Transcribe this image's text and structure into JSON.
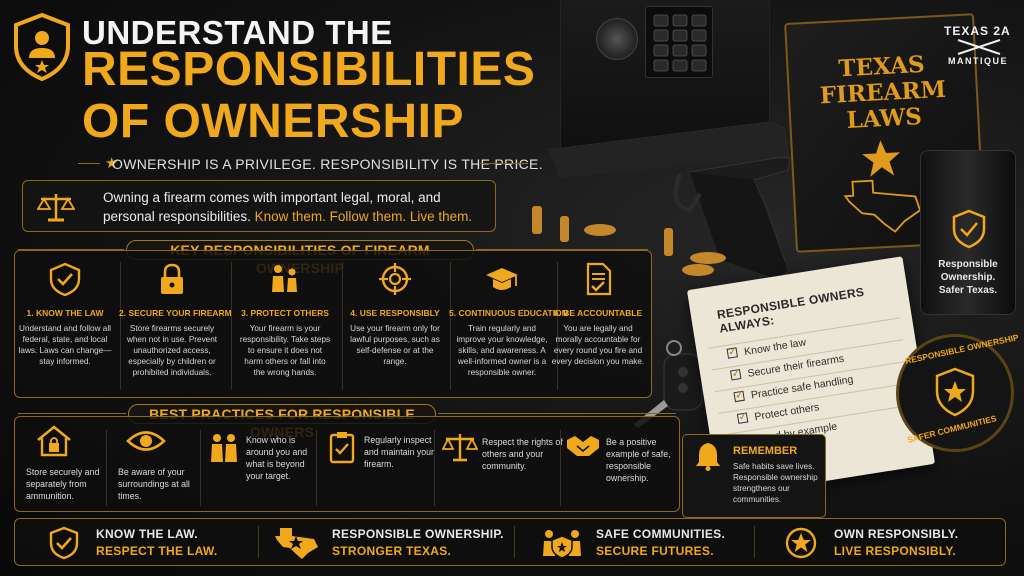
{
  "header": {
    "title_line1": "UNDERSTAND THE",
    "title_line2": "RESPONSIBILITIES",
    "title_line3": "OF OWNERSHIP",
    "tagline": "OWNERSHIP IS A PRIVILEGE. RESPONSIBILITY IS THE PRICE."
  },
  "intro": {
    "text": "Owning a firearm comes with important legal, moral, and personal responsibilities.",
    "highlight": "Know them. Follow them. Live them."
  },
  "key_heading": "KEY RESPONSIBILITIES OF FIREARM OWNERSHIP",
  "responsibilities": [
    {
      "title": "1. KNOW THE LAW",
      "text": "Understand and follow all federal, state, and local laws. Laws can change—stay informed.",
      "icon": "shield-check-icon"
    },
    {
      "title": "2. SECURE YOUR FIREARM",
      "text": "Store firearms securely when not in use. Prevent unauthorized access, especially by children or prohibited individuals.",
      "icon": "padlock-icon"
    },
    {
      "title": "3. PROTECT OTHERS",
      "text": "Your firearm is your responsibility. Take steps to ensure it does not harm others or fall into the wrong hands.",
      "icon": "people-icon"
    },
    {
      "title": "4. USE RESPONSIBLY",
      "text": "Use your firearm only for lawful purposes, such as self-defense or at the range.",
      "icon": "crosshair-icon"
    },
    {
      "title": "5. CONTINUOUS EDUCATION",
      "text": "Train regularly and improve your knowledge, skills, and awareness. A well-informed owner is a responsible owner.",
      "icon": "graduation-cap-icon"
    },
    {
      "title": "6. BE ACCOUNTABLE",
      "text": "You are legally and morally accountable for every round you fire and every decision you make.",
      "icon": "document-check-icon"
    }
  ],
  "best_heading": "BEST PRACTICES FOR RESPONSIBLE OWNERS",
  "best_practices": [
    {
      "text": "Store securely and separately from ammunition.",
      "icon": "house-lock-icon"
    },
    {
      "text": "Be aware of your surroundings at all times.",
      "icon": "eye-icon"
    },
    {
      "text": "Know who is around you and what is beyond your target.",
      "icon": "people-icon"
    },
    {
      "text": "Regularly inspect and maintain your firearm.",
      "icon": "clipboard-check-icon"
    },
    {
      "text": "Respect the rights of others and your community.",
      "icon": "scales-icon"
    },
    {
      "text": "Be a positive example of safe, responsible ownership.",
      "icon": "handshake-icon"
    }
  ],
  "remember": {
    "title": "REMEMBER",
    "text": "Safe habits save lives. Responsible ownership strengthens our communities."
  },
  "footer": [
    {
      "line1": "KNOW THE LAW.",
      "line2": "RESPECT THE LAW.",
      "icon": "shield-check-icon"
    },
    {
      "line1": "RESPONSIBLE OWNERSHIP.",
      "line2": "STRONGER TEXAS.",
      "icon": "texas-star-icon"
    },
    {
      "line1": "SAFE COMMUNITIES.",
      "line2": "SECURE FUTURES.",
      "icon": "community-icon"
    },
    {
      "line1": "OWN RESPONSIBLY.",
      "line2": "LIVE RESPONSIBLY.",
      "icon": "star-badge-icon"
    }
  ],
  "scene": {
    "book_title": [
      "TEXAS",
      "FIREARM",
      "LAWS"
    ],
    "logo_top": "TEXAS 2A",
    "logo_bottom": "MANTIQUE",
    "mug_text": "Responsible Ownership. Safer Texas.",
    "notebook_title": "RESPONSIBLE OWNERS ALWAYS:",
    "notebook_items": [
      "Know the law",
      "Secure their firearms",
      "Practice safe handling",
      "Protect others",
      "Lead by example"
    ],
    "patch_top": "RESPONSIBLE OWNERSHIP",
    "patch_bottom": "SAFER COMMUNITIES"
  },
  "colors": {
    "accent": "#f0a81c",
    "background": "#0d0d0d",
    "border": "#8a6a20"
  }
}
